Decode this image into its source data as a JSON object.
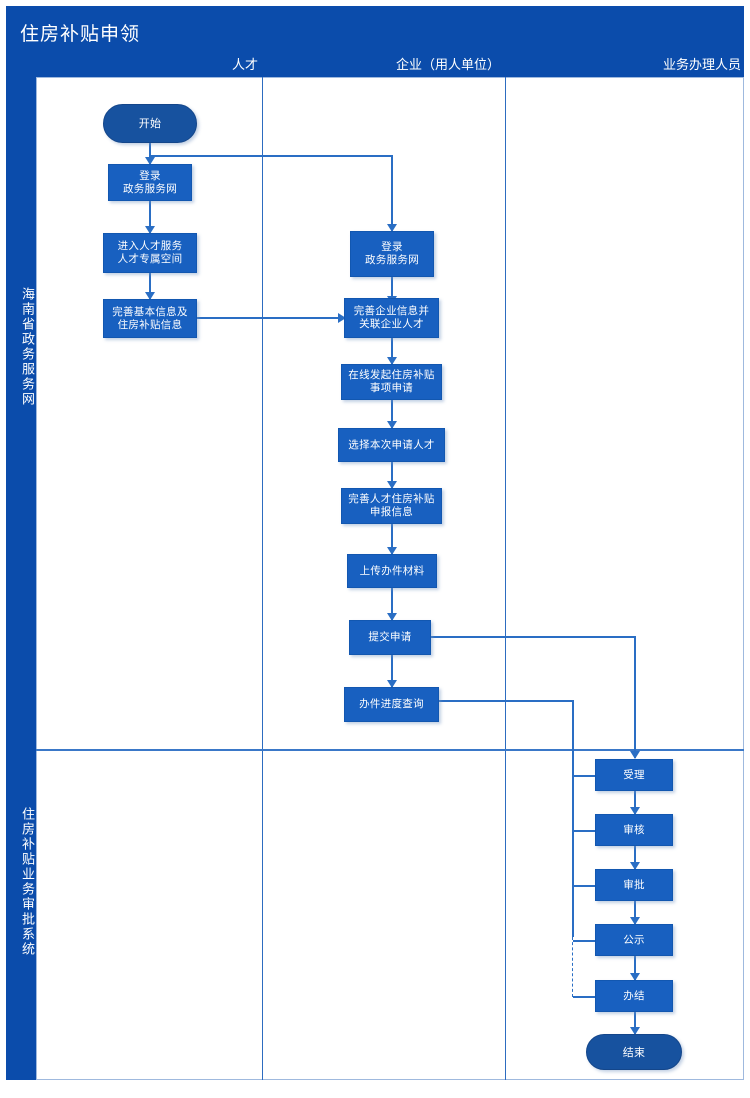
{
  "header": {
    "title": "住房补贴申领"
  },
  "columns": [
    {
      "key": "talent",
      "label": "人才"
    },
    {
      "key": "company",
      "label": "企业（用人单位）"
    },
    {
      "key": "operator",
      "label": "业务办理人员"
    }
  ],
  "lanes": [
    {
      "key": "portal",
      "label": "海南省政务服务网"
    },
    {
      "key": "system",
      "label": "住房补贴业务审批系统"
    }
  ],
  "nodes": {
    "start": "开始",
    "talent_login": "登录\n政务服务网",
    "talent_space": "进入人才服务\n人才专属空间",
    "talent_info": "完善基本信息及\n住房补贴信息",
    "company_login": "登录\n政务服务网",
    "company_info": "完善企业信息并\n关联企业人才",
    "online_apply": "在线发起住房补贴\n事项申请",
    "select_talent": "选择本次申请人才",
    "fill_declare": "完善人才住房补贴\n申报信息",
    "upload_material": "上传办件材料",
    "submit_apply": "提交申请",
    "progress_query": "办件进度查询",
    "accept": "受理",
    "review": "审核",
    "approve": "审批",
    "publicity": "公示",
    "complete": "办结",
    "end": "结束"
  },
  "colors": {
    "header_bg": "#0b4cab",
    "node_fill": "#1860c0",
    "pill_fill": "#17529f",
    "connector": "#2a6ec4",
    "grid_line": "#9fb9de"
  }
}
